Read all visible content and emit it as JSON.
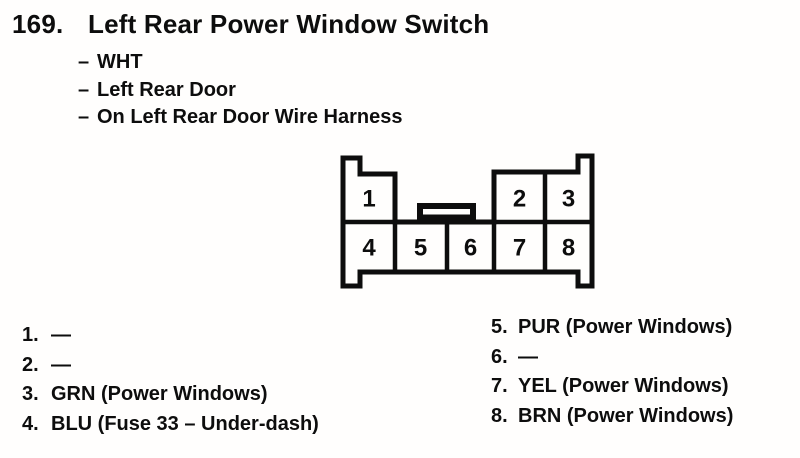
{
  "page": {
    "paper_color": "#fffefd",
    "ink_color": "#0d0d0d"
  },
  "header": {
    "item_number": "169.",
    "title": "Left Rear Power Window Switch"
  },
  "details": {
    "bullet": "–",
    "items": [
      "WHT",
      "Left Rear Door",
      "On Left Rear Door Wire Harness"
    ]
  },
  "connector": {
    "pins": [
      "1",
      "2",
      "3",
      "4",
      "5",
      "6",
      "7",
      "8"
    ]
  },
  "legend": {
    "left": [
      {
        "num": "1.",
        "desc": "—"
      },
      {
        "num": "2.",
        "desc": "—"
      },
      {
        "num": "3.",
        "desc": "GRN (Power Windows)"
      },
      {
        "num": "4.",
        "desc": "BLU (Fuse 33 – Under-dash)"
      }
    ],
    "right": [
      {
        "num": "5.",
        "desc": "PUR (Power Windows)"
      },
      {
        "num": "6.",
        "desc": "—"
      },
      {
        "num": "7.",
        "desc": "YEL (Power Windows)"
      },
      {
        "num": "8.",
        "desc": "BRN (Power Windows)"
      }
    ]
  }
}
